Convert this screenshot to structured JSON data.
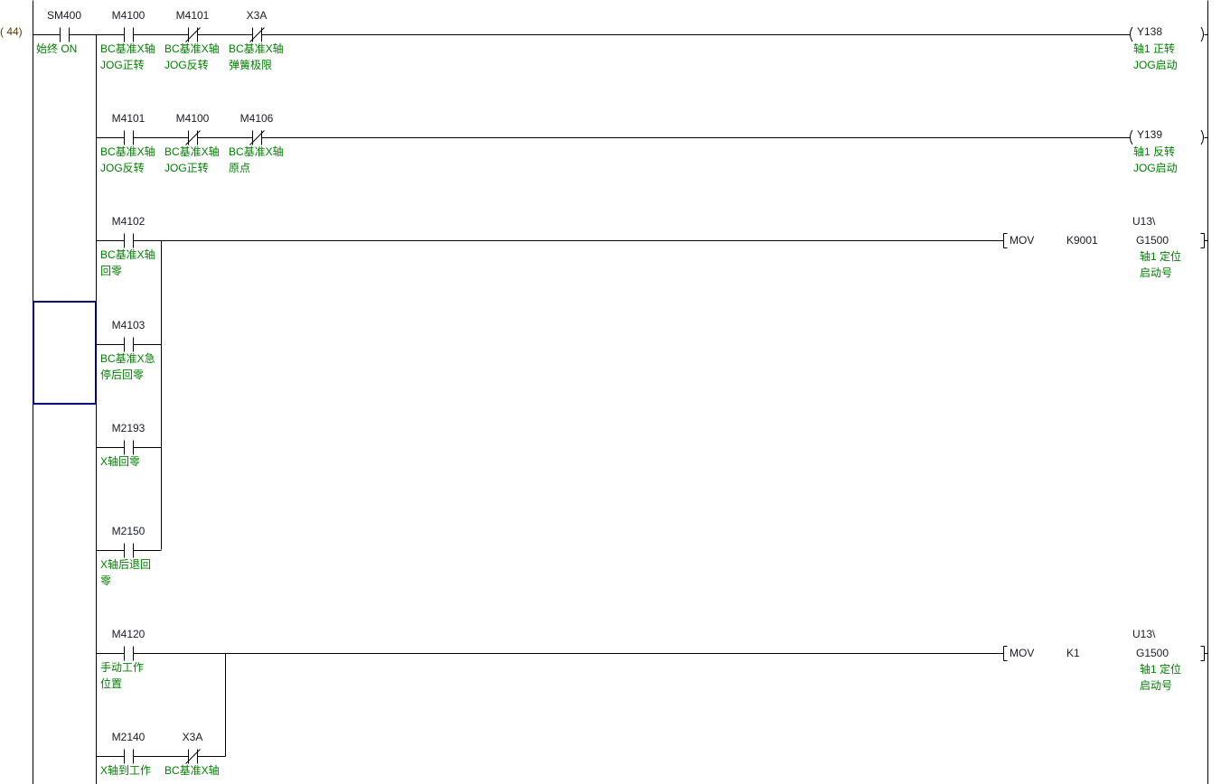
{
  "step_number": "(    44)",
  "colors": {
    "device": "#1a1a2a",
    "comment": "#008000",
    "line": "#000000",
    "selection": "#00007f"
  },
  "rows": [
    {
      "contacts": [
        {
          "col": 0,
          "device": "SM400",
          "type": "NO",
          "comment": [
            "始终 ON"
          ]
        },
        {
          "col": 1,
          "device": "M4100",
          "type": "NO",
          "comment": [
            "BC基准X轴",
            "JOG正转"
          ]
        },
        {
          "col": 2,
          "device": "M4101",
          "type": "NC",
          "comment": [
            "BC基准X轴",
            "JOG反转"
          ]
        },
        {
          "col": 3,
          "device": "X3A",
          "type": "NC",
          "comment": [
            "BC基准X轴",
            "弹簧极限"
          ]
        }
      ],
      "output": {
        "kind": "coil",
        "device": "Y138",
        "comment": [
          "轴1 正转",
          "JOG启动"
        ]
      }
    },
    {
      "contacts": [
        {
          "col": 1,
          "device": "M4101",
          "type": "NO",
          "comment": [
            "BC基准X轴",
            "JOG反转"
          ]
        },
        {
          "col": 2,
          "device": "M4100",
          "type": "NC",
          "comment": [
            "BC基准X轴",
            "JOG正转"
          ]
        },
        {
          "col": 3,
          "device": "M4106",
          "type": "NC",
          "comment": [
            "BC基准X轴",
            "原点"
          ]
        }
      ],
      "output": {
        "kind": "coil",
        "device": "Y139",
        "comment": [
          "轴1 反转",
          "JOG启动"
        ]
      }
    },
    {
      "contacts": [
        {
          "col": 1,
          "device": "M4102",
          "type": "NO",
          "comment": [
            "BC基准X轴",
            "回零"
          ]
        }
      ],
      "output": {
        "kind": "instr",
        "op": "MOV",
        "src": "K9001",
        "prefix": "U13\\",
        "dst": "G1500",
        "comment": [
          "轴1 定位",
          "启动号"
        ]
      }
    },
    {
      "contacts": [
        {
          "col": 1,
          "device": "M4103",
          "type": "NO",
          "comment": [
            "BC基准X急",
            "停后回零"
          ]
        }
      ]
    },
    {
      "contacts": [
        {
          "col": 1,
          "device": "M2193",
          "type": "NO",
          "comment": [
            "X轴回零"
          ]
        }
      ]
    },
    {
      "contacts": [
        {
          "col": 1,
          "device": "M2150",
          "type": "NO",
          "comment": [
            "X轴后退回",
            "零"
          ]
        }
      ]
    },
    {
      "contacts": [
        {
          "col": 1,
          "device": "M4120",
          "type": "NO",
          "comment": [
            "手动工作",
            "位置"
          ]
        }
      ],
      "output": {
        "kind": "instr",
        "op": "MOV",
        "src": "K1",
        "prefix": "U13\\",
        "dst": "G1500",
        "comment": [
          "轴1 定位",
          "启动号"
        ]
      }
    },
    {
      "contacts": [
        {
          "col": 1,
          "device": "M2140",
          "type": "NO",
          "comment": [
            "X轴到工作"
          ]
        },
        {
          "col": 2,
          "device": "X3A",
          "type": "NC",
          "comment": [
            "BC基准X轴"
          ]
        }
      ]
    }
  ]
}
